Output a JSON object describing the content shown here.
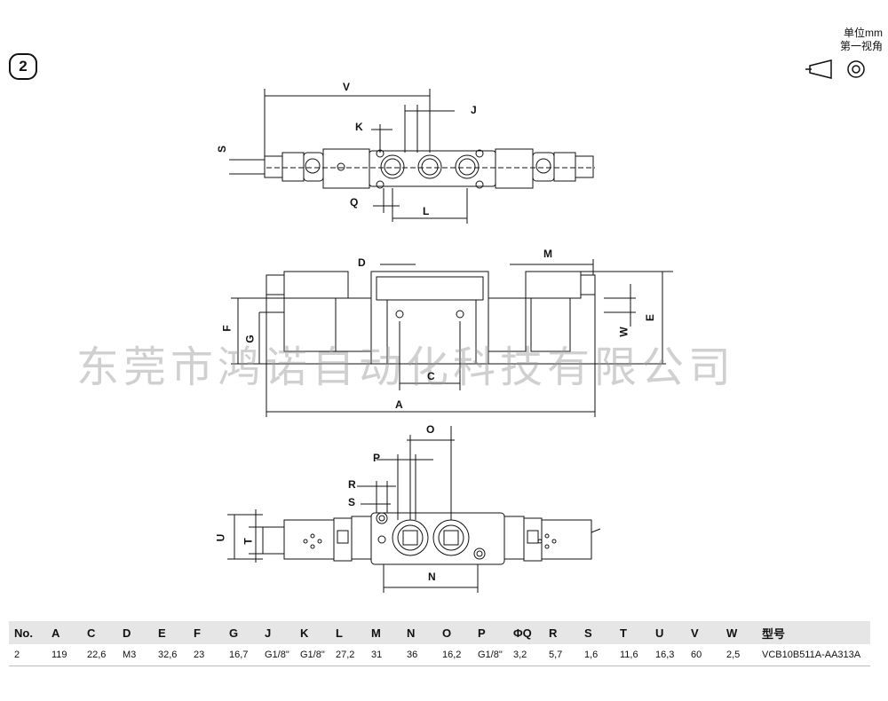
{
  "figure_number": "2",
  "unit_note": {
    "line1": "单位mm",
    "line2": "第一视角"
  },
  "icons": {
    "projection": "first-angle-projection-icon"
  },
  "watermark": "东莞市鸿诺自动化科技有限公司",
  "dimension_labels": {
    "top_view": [
      "V",
      "J",
      "K",
      "S",
      "Q",
      "L"
    ],
    "front_view": [
      "D",
      "M",
      "F",
      "G",
      "W",
      "E",
      "C",
      "A"
    ],
    "bottom_view": [
      "O",
      "P",
      "R",
      "S",
      "U",
      "T",
      "N"
    ]
  },
  "spec_table": {
    "headers": [
      "No.",
      "A",
      "C",
      "D",
      "E",
      "F",
      "G",
      "J",
      "K",
      "L",
      "M",
      "N",
      "O",
      "P",
      "ΦQ",
      "R",
      "S",
      "T",
      "U",
      "V",
      "W",
      "型号"
    ],
    "rows": [
      [
        "2",
        "119",
        "22,6",
        "M3",
        "32,6",
        "23",
        "16,7",
        "G1/8\"",
        "G1/8\"",
        "27,2",
        "31",
        "36",
        "16,2",
        "G1/8\"",
        "3,2",
        "5,7",
        "1,6",
        "11,6",
        "16,3",
        "60",
        "2,5",
        "VCB10B511A-AA313A"
      ]
    ]
  }
}
